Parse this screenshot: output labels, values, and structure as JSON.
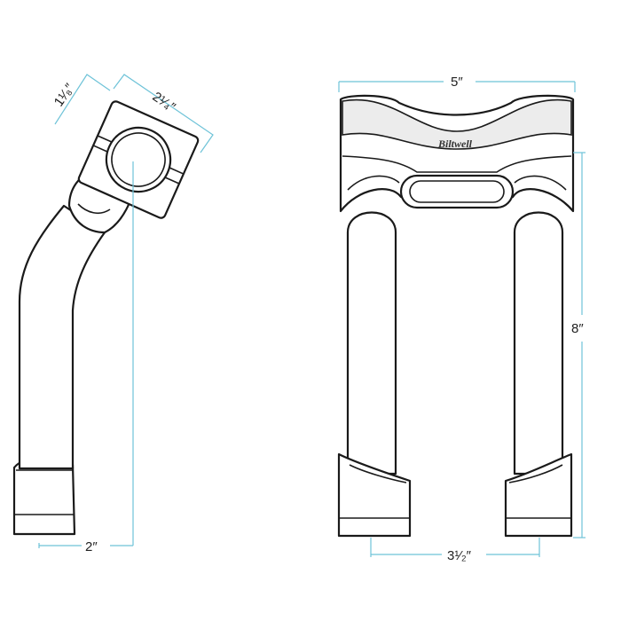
{
  "colors": {
    "dimension_line": "#6ec3d8",
    "outline": "#1a1a1a"
  },
  "brand_logo": "Biltwell",
  "dimensions": {
    "clamp_height": "1¹⁄₈″",
    "clamp_width": "2¹⁄₄″",
    "base_width": "2″",
    "overall_width": "5″",
    "overall_height": "8″",
    "center_spacing": "3¹⁄₂″"
  }
}
